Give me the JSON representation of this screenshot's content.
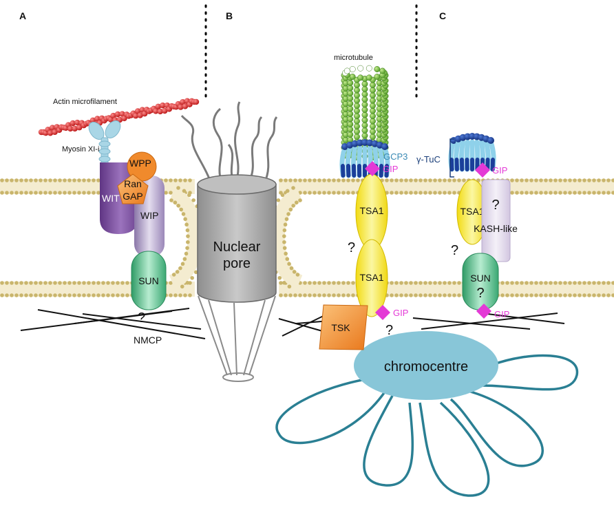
{
  "panels": {
    "a": "A",
    "b": "B",
    "c": "C"
  },
  "labels": {
    "actin": "Actin microfilament",
    "myosin": "Myosin XI-i",
    "wpp": "WPP",
    "rangap_1": "Ran",
    "rangap_2": "GAP",
    "wit": "WIT",
    "wip": "WIP",
    "sun_a": "SUN",
    "q_a": "?",
    "nmcp": "NMCP",
    "nuclear_pore_1": "Nuclear",
    "nuclear_pore_2": "pore",
    "microtubule": "microtubule",
    "gcp3": "GCP3",
    "gip_b_top": "GIP",
    "tsa1_b_top": "TSA1",
    "q_b_mid": "?",
    "tsa1_b_bottom": "TSA1",
    "gip_b_bottom": "GIP",
    "tsk": "TSK",
    "q_b_low": "?",
    "chromocentre": "chromocentre",
    "gamma_tuc": "γ-TuC",
    "gip_c_top": "GIP",
    "tsa1_c": "TSA1",
    "q_c_kash": "?",
    "kash_like": "KASH-like",
    "q_c_left": "?",
    "sun_c": "SUN",
    "q_c_sun": "?",
    "gip_c_bottom": "GIP"
  },
  "colors": {
    "membrane_fill": "#f4ecd0",
    "membrane_bead": "#c9b56c",
    "actin": "#e0201f",
    "myosin": "#a9d6e6",
    "wpp": "#f08a2c",
    "rangap": "#f6a94a",
    "wit": "#7a4c9a",
    "wip": "#a390bd",
    "sun": "#4fbf86",
    "pore": "#a9a9a9",
    "tsa1": "#f6e61e",
    "gip": "#e43ad6",
    "tsk": "#f5932c",
    "chromocentre": "#88c6d8",
    "chromatin": "#2a7f93",
    "kash": "#ddd3e8",
    "microtubule": "#7cc04a",
    "gamma_tuc": "#1b3f9a"
  }
}
